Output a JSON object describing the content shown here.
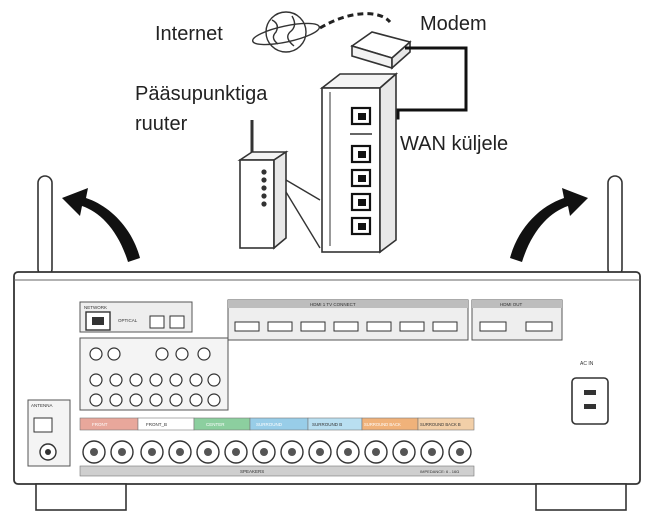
{
  "labels": {
    "internet": "Internet",
    "modem": "Modem",
    "router_line1": "Pääsupunktiga",
    "router_line2": "ruuter",
    "wan": "WAN küljele"
  },
  "receiver_labels": {
    "network": "NETWORK",
    "hdmi_in": "HDMI 1 TV CONNECT",
    "hdmi_out": "HDMI OUT",
    "optical": "OPTICAL",
    "antenna": "ANTENNA",
    "ac_in": "AC IN",
    "speakers": "SPEAKERS",
    "impedance": "IMPEDANCE: 6 - 16Ω",
    "front": "FRONT",
    "front_b": "FRONT_B",
    "center": "CENTER",
    "surround": "SURROUND",
    "surround_b": "SURROUND B",
    "surround_back": "SURROUND BACK",
    "surround_back_b": "SURROUND BACK B"
  },
  "colors": {
    "front": "#e8a79b",
    "center": "#8ccf9f",
    "surround": "#98cde8",
    "surround_b": "#b9dff1",
    "surround_back": "#f0b27a",
    "surround_back_b": "#f2cfa8"
  }
}
